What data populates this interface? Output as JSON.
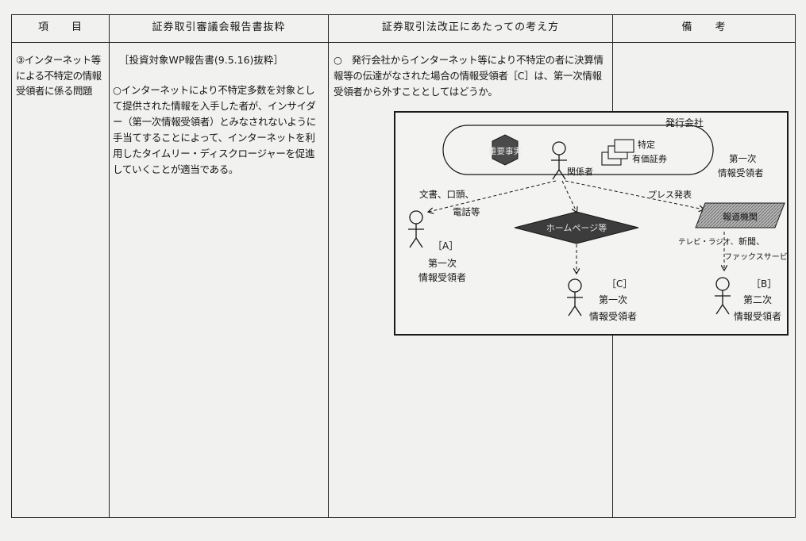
{
  "headers": {
    "item": "項　　目",
    "excerpt": "証券取引審議会報告書抜粋",
    "approach": "証券取引法改正にあたっての考え方",
    "remarks": "備　　考"
  },
  "row": {
    "item": "③インターネット等による不特定の情報受領者に係る問題",
    "excerpt_heading": "［投資対象WP報告書(9.5.16)抜粋］",
    "excerpt_body": "○インターネットにより不特定多数を対象として提供された情報を入手した者が、インサイダー（第一次情報受領者）とみなされないように手当てすることによって、インターネットを利用したタイムリー・ディスクロージャーを促進していくことが適当である。",
    "approach_body": "○　発行会社からインターネット等により不特定の者に決算情報等の伝達がなされた場合の情報受領者［C］は、第一次情報受領者から外すこととしてはどうか。"
  },
  "diagram": {
    "issuer": "発行会社",
    "important_fact": "重要事実",
    "insider": "関係者",
    "securities_1": "特定",
    "securities_2": "有価証券",
    "channel_direct_1": "文書、口頭、",
    "channel_direct_2": "電話等",
    "press_release": "プレス発表",
    "homepage": "ホームページ等",
    "press_org": "報道機関",
    "tv_radio": "テレビ・ラジオ、",
    "newspaper": "新聞、",
    "fax": "ファックスサービス等",
    "recipient_a_tag": "［A］",
    "recipient_a_1": "第一次",
    "recipient_a_2": "情報受領者",
    "recipient_c_tag": "［C］",
    "recipient_c_1": "第一次",
    "recipient_c_2": "情報受領者",
    "recipient_b_tag": "［B］",
    "recipient_b_1": "第二次",
    "recipient_b_2": "情報受領者",
    "press_rec_1": "第一次",
    "press_rec_2": "情報受領者"
  },
  "colors": {
    "ink": "#151515",
    "paper": "#f1f1ef",
    "hatch": "#8a8a8a"
  }
}
